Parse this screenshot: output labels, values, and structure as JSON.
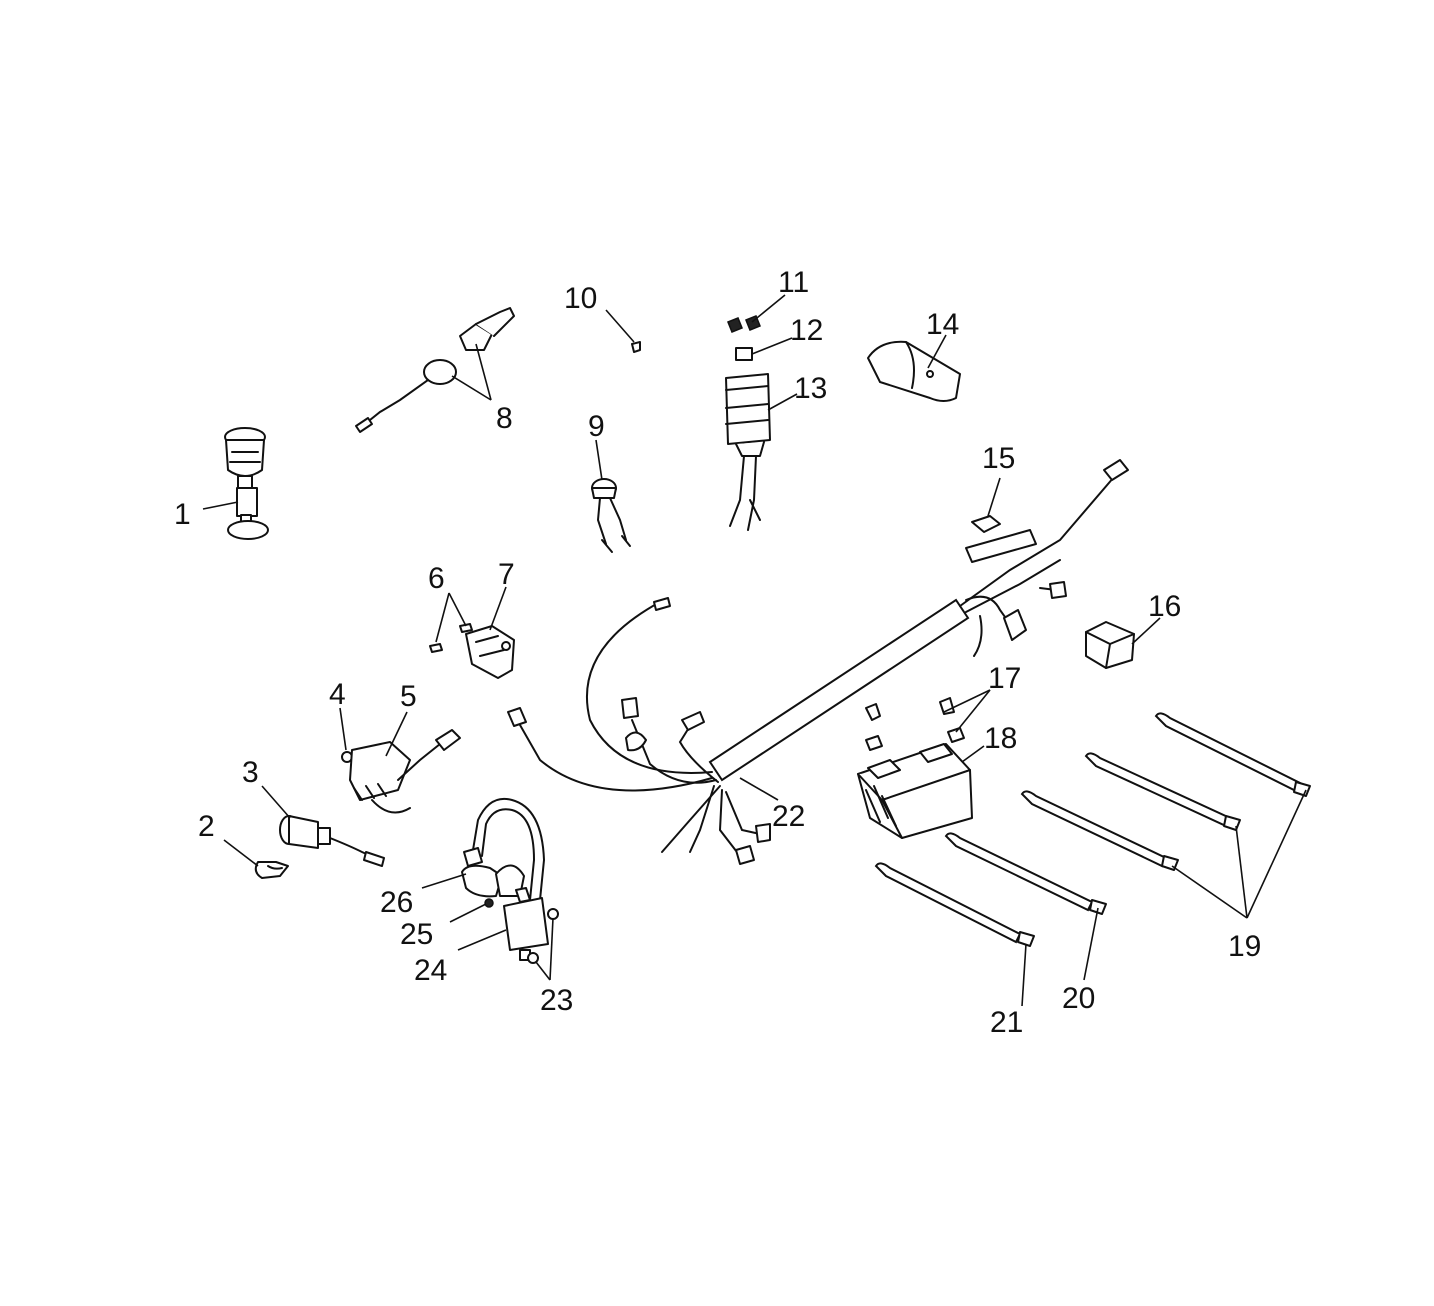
{
  "colors": {
    "line": "#111111",
    "background": "#ffffff"
  },
  "callouts": [
    {
      "id": "1",
      "text": "1"
    },
    {
      "id": "2",
      "text": "2"
    },
    {
      "id": "3",
      "text": "3"
    },
    {
      "id": "4",
      "text": "4"
    },
    {
      "id": "5",
      "text": "5"
    },
    {
      "id": "6",
      "text": "6"
    },
    {
      "id": "7",
      "text": "7"
    },
    {
      "id": "8",
      "text": "8"
    },
    {
      "id": "9",
      "text": "9"
    },
    {
      "id": "10",
      "text": "10"
    },
    {
      "id": "11",
      "text": "11"
    },
    {
      "id": "12",
      "text": "12"
    },
    {
      "id": "13",
      "text": "13"
    },
    {
      "id": "14",
      "text": "14"
    },
    {
      "id": "15",
      "text": "15"
    },
    {
      "id": "16",
      "text": "16"
    },
    {
      "id": "17",
      "text": "17"
    },
    {
      "id": "18",
      "text": "18"
    },
    {
      "id": "19",
      "text": "19"
    },
    {
      "id": "20",
      "text": "20"
    },
    {
      "id": "21",
      "text": "21"
    },
    {
      "id": "22",
      "text": "22"
    },
    {
      "id": "23",
      "text": "23"
    },
    {
      "id": "24",
      "text": "24"
    },
    {
      "id": "25",
      "text": "25"
    },
    {
      "id": "26",
      "text": "26"
    }
  ]
}
